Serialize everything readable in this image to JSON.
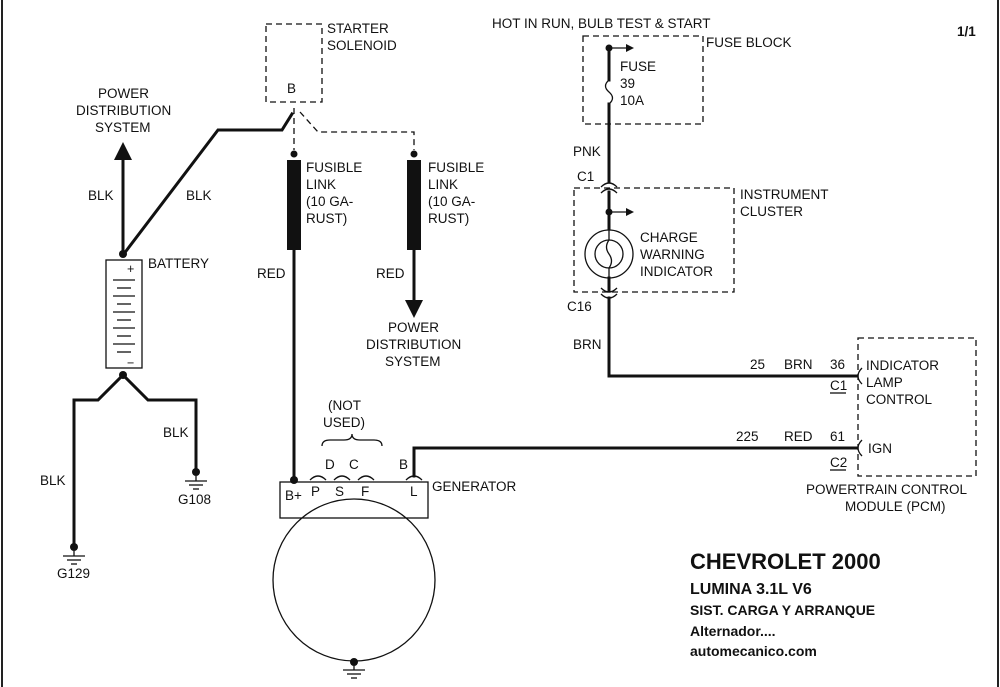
{
  "page_number": "1/1",
  "starter_solenoid": {
    "label_line1": "STARTER",
    "label_line2": "SOLENOID",
    "terminal": "B"
  },
  "fuse_block": {
    "header": "HOT IN RUN, BULB TEST & START",
    "label": "FUSE BLOCK",
    "fuse_line1": "FUSE",
    "fuse_line2": "39",
    "fuse_line3": "10A"
  },
  "power_distribution_left": {
    "line1": "POWER",
    "line2": "DISTRIBUTION",
    "line3": "SYSTEM"
  },
  "power_distribution_center": {
    "line1": "POWER",
    "line2": "DISTRIBUTION",
    "line3": "SYSTEM"
  },
  "wires": {
    "blk_up": "BLK",
    "blk_to_solenoid": "BLK",
    "blk_g108": "BLK",
    "blk_g129": "BLK",
    "red_left": "RED",
    "red_center": "RED",
    "pnk": "PNK",
    "brn": "BRN",
    "brn_pcm_num": "25",
    "brn_pcm_color": "BRN",
    "red_pcm_num": "225",
    "red_pcm_color": "RED"
  },
  "battery": {
    "label": "BATTERY",
    "plus": "+",
    "minus": "−"
  },
  "fusible_link_left": {
    "line1": "FUSIBLE",
    "line2": "LINK",
    "line3": "(10 GA-",
    "line4": "RUST)"
  },
  "fusible_link_right": {
    "line1": "FUSIBLE",
    "line2": "LINK",
    "line3": "(10 GA-",
    "line4": "RUST)"
  },
  "instrument_cluster": {
    "line1": "INSTRUMENT",
    "line2": "CLUSTER",
    "connector_top": "C1",
    "connector_bottom": "C16",
    "indicator_line1": "CHARGE",
    "indicator_line2": "WARNING",
    "indicator_line3": "INDICATOR"
  },
  "pcm": {
    "pin_36": "36",
    "conn_c1": "C1",
    "indicator_line1": "INDICATOR",
    "indicator_line2": "LAMP",
    "indicator_line3": "CONTROL",
    "pin_61": "61",
    "conn_c2": "C2",
    "ign": "IGN",
    "label_line1": "POWERTRAIN CONTROL",
    "label_line2": "MODULE (PCM)"
  },
  "generator": {
    "label": "GENERATOR",
    "not_used_line1": "(NOT",
    "not_used_line2": "USED)",
    "term_d": "D",
    "term_c": "C",
    "term_b": "B",
    "term_bplus": "B+",
    "term_p": "P",
    "term_s": "S",
    "term_f": "F",
    "term_l": "L"
  },
  "grounds": {
    "g108": "G108",
    "g129": "G129"
  },
  "title_block": {
    "line1": "CHEVROLET 2000",
    "line2": "LUMINA  3.1L  V6",
    "line3": "SIST. CARGA Y ARRANQUE",
    "line4": "Alternador....",
    "line5": "automecanico.com"
  }
}
